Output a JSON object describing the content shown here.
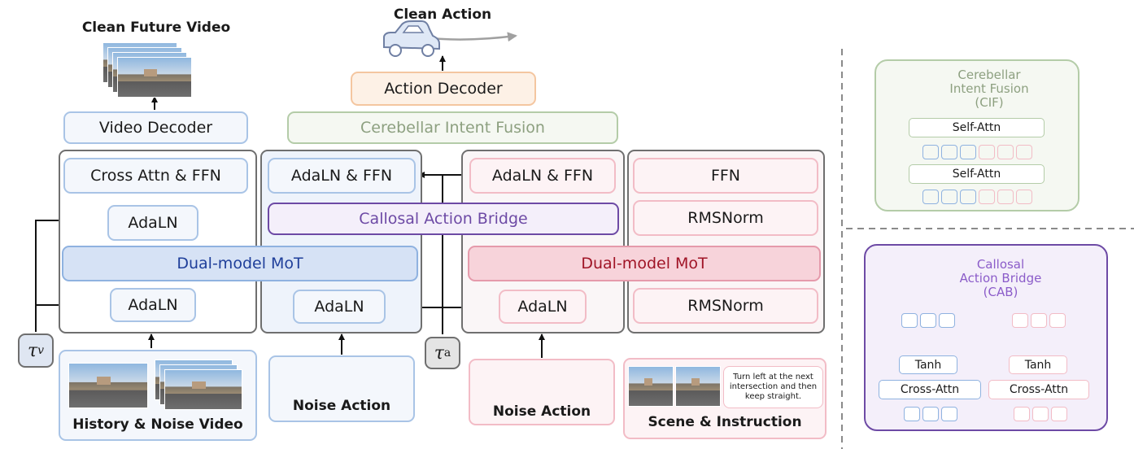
{
  "title_top_left": "Clean Future Video",
  "title_top_center": "Clean Action",
  "blocks": {
    "video_decoder": "Video Decoder",
    "action_decoder": "Action Decoder",
    "cif": "Cerebellar Intent Fusion",
    "cross_attn_ffn": "Cross Attn & FFN",
    "adaln_ffn_left": "AdaLN & FFN",
    "adaln_ffn_right": "AdaLN & FFN",
    "ffn": "FFN",
    "adaln_top": "AdaLN",
    "adaln_bottom_left": "AdaLN",
    "adaln_bottom_mid": "AdaLN",
    "adaln_bottom_right": "AdaLN",
    "cab": "Callosal Action Bridge",
    "mot_left": "Dual-model MoT",
    "mot_right": "Dual-model MoT",
    "rmsnorm_top": "RMSNorm",
    "rmsnorm_bottom": "RMSNorm"
  },
  "symbols": {
    "tau_v": "τ",
    "tau_v_sub": "v",
    "tau_a": "τ",
    "tau_a_sub": "a"
  },
  "inputs": {
    "history_video": "History & Noise Video",
    "noise_action_left": "Noise Action",
    "noise_action_right": "Noise Action",
    "scene_instruction": "Scene & Instruction",
    "instruction_text": "Turn left at the next intersection and then keep straight."
  },
  "panel_cif": {
    "title_line1": "Cerebellar",
    "title_line2": "Intent Fusion",
    "title_line3": "(CIF)",
    "self_attn_1": "Self-Attn",
    "self_attn_2": "Self-Attn"
  },
  "panel_cab": {
    "title_line1": "Callosal",
    "title_line2": "Action Bridge",
    "title_line3": "(CAB)",
    "tanh_left": "Tanh",
    "tanh_right": "Tanh",
    "cross_attn_left": "Cross-Attn",
    "cross_attn_right": "Cross-Attn"
  },
  "colors": {
    "blue_border": "#a9c4e6",
    "blue_fill": "#f4f7fc",
    "pink_border": "#f2bcc6",
    "pink_fill": "#fdf3f5",
    "green_border": "#b4cca8",
    "green_fill": "#f5f8f2",
    "orange_border": "#f4c6a0",
    "orange_fill": "#fdf1e6",
    "purple": "#6d4aa5",
    "mot_blue_fill": "#d6e2f5",
    "mot_blue_text": "#1f3f9a",
    "mot_pink_fill": "#f7d3da",
    "mot_red_text": "#a01426",
    "gray_group": "#6f6f6f"
  }
}
